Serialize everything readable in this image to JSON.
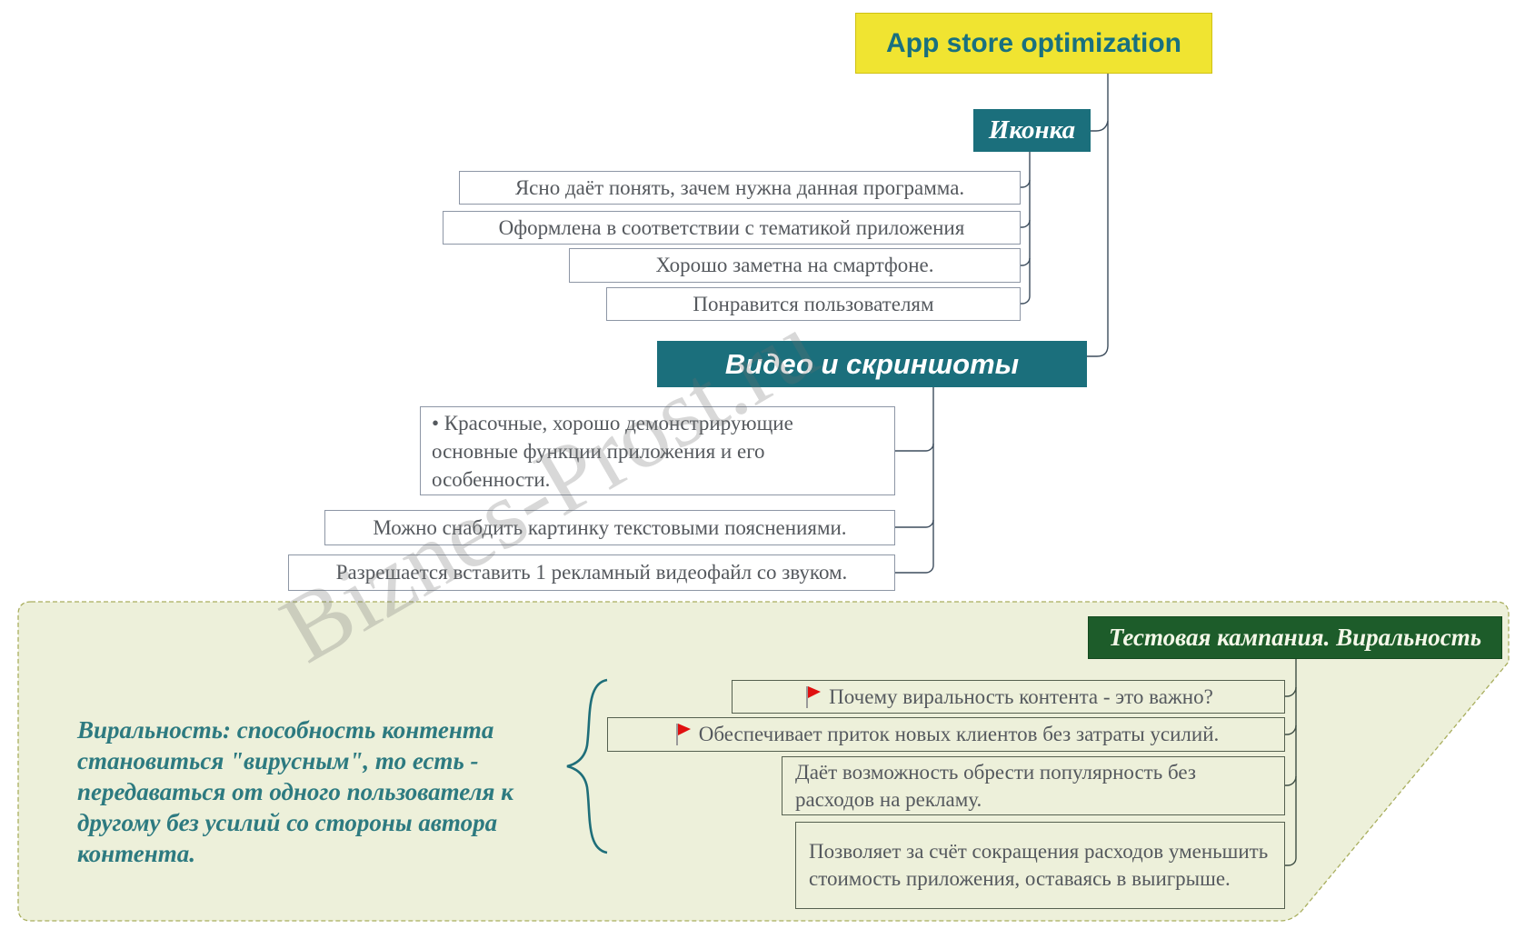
{
  "root": {
    "label": "App store optimization"
  },
  "branch_icon": {
    "label": "Иконка",
    "items": [
      "Ясно даёт понять, зачем нужна данная программа.",
      "Оформлена в соответствии с тематикой приложения",
      "Хорошо заметна на смартфоне.",
      "Понравится пользователям"
    ]
  },
  "branch_video": {
    "label": "Видео и скриншоты",
    "items": [
      "• Красочные, хорошо демонстрирующие основные функции приложения и его особенности.",
      "Можно снабдить картинку текстовыми пояснениями.",
      "Разрешается вставить 1 рекламный видеофайл со звуком."
    ]
  },
  "panel": {
    "header": "Тестовая кампания. Виральность",
    "definition": "Виральность: способность контента становиться \"вирусным\", то есть - передаваться от одного пользователя к другому без усилий со стороны автора контента.",
    "items": [
      {
        "flag": true,
        "text": "Почему виральность контента - это важно?"
      },
      {
        "flag": true,
        "text": "Обеспечивает приток новых клиентов без затраты усилий."
      },
      {
        "flag": false,
        "text": "Даёт возможность обрести популярность без расходов на рекламу."
      },
      {
        "flag": false,
        "text": "Позволяет за счёт сокращения расходов уменьшить стоимость приложения, оставаясь в выигрыше."
      }
    ]
  },
  "watermark": "Biznes-Prost.ru",
  "colors": {
    "teal": "#1b6f7c",
    "yellow": "#f0e431",
    "dark_green": "#1d5c2a",
    "panel_bg": "#edf0da",
    "panel_border": "#a9ae5e",
    "connector": "#3d4d5d",
    "flag_red": "#e01010"
  }
}
